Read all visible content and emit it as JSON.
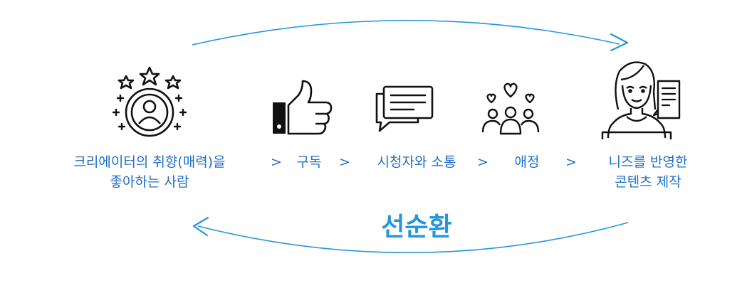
{
  "stages": [
    {
      "id": "fan",
      "icon": "star-person-icon",
      "line1": "크리에이터의 취향(매력)을",
      "line2": "좋아하는 사람"
    },
    {
      "id": "subscribe",
      "icon": "thumbs-up-icon",
      "line1": "구독"
    },
    {
      "id": "view",
      "icon": "chat-bubble-icon",
      "line1": "시청자와 소통"
    },
    {
      "id": "love",
      "icon": "people-hearts-icon",
      "line1": "애정"
    },
    {
      "id": "content",
      "icon": "creator-icon",
      "line1": "니즈를 반영한",
      "line2": "콘텐츠 제작"
    }
  ],
  "separator": ">",
  "cycle_label": "선순환",
  "colors": {
    "text": "#1f6fc5",
    "arrow": "#2596d9",
    "icon": "#111111"
  }
}
